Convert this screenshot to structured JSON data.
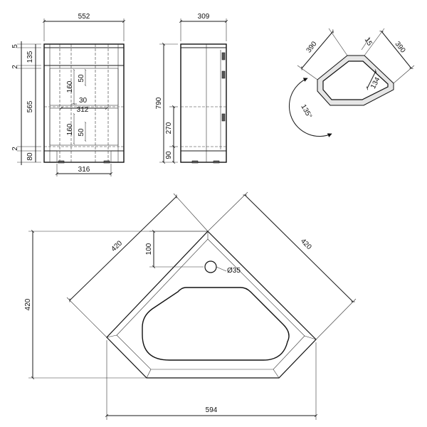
{
  "front_view": {
    "width_label": "552",
    "heights": [
      "5",
      "135",
      "2",
      "565",
      "2",
      "80"
    ],
    "drawer_dims": [
      "160",
      "50",
      "30",
      "312",
      "160",
      "50"
    ],
    "base_label": "316"
  },
  "side_view": {
    "depth_label": "309",
    "height_label": "790",
    "inner_label": "270",
    "plinth_label": "90"
  },
  "top_view": {
    "side_a_label": "390",
    "side_b_label": "390",
    "small_label": "15",
    "inner_label": "134",
    "angle_label": "135°"
  },
  "basin_view": {
    "left_edge_label": "420",
    "right_edge_label": "420",
    "depth_label": "420",
    "tap_offset_label": "100",
    "tap_hole_label": "Ø35",
    "front_width_label": "594"
  }
}
